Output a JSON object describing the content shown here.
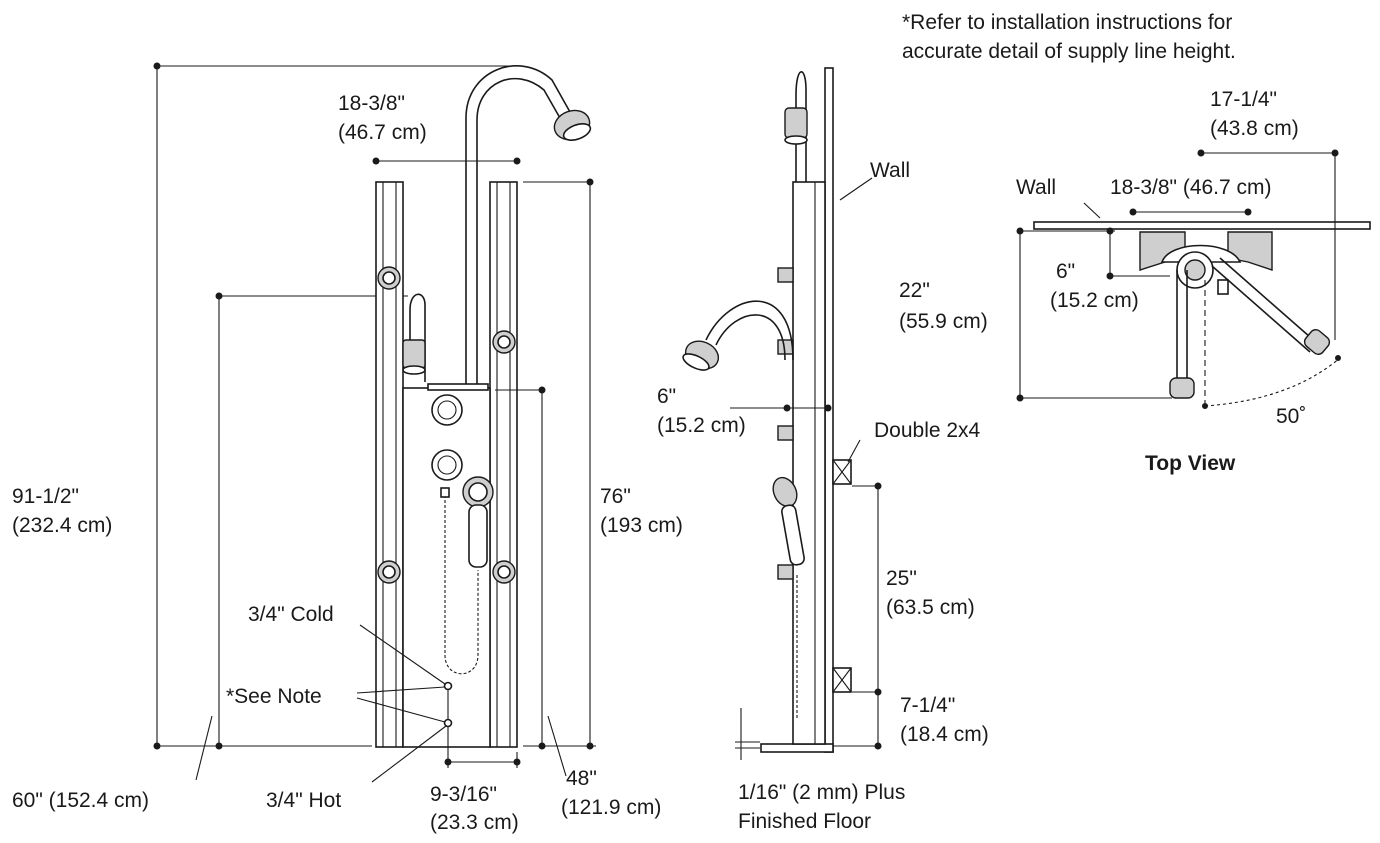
{
  "note": {
    "line1": "*Refer to installation instructions for",
    "line2": "accurate detail of supply line height."
  },
  "front_view": {
    "overall_height": {
      "imperial": "91-1/2\"",
      "metric": "(232.4 cm)"
    },
    "arm_width": {
      "imperial": "18-3/8\"",
      "metric": "(46.7 cm)"
    },
    "panel_height": {
      "imperial": "76\"",
      "metric": "(193 cm)"
    },
    "faucet_height": {
      "imperial": "60\" (152.4 cm)"
    },
    "inner_height": {
      "imperial": "48\"",
      "metric": "(121.9 cm)"
    },
    "inlet_spacing": {
      "imperial": "9-3/16\"",
      "metric": "(23.3 cm)"
    },
    "cold_label": "3/4\" Cold",
    "hot_label": "3/4\" Hot",
    "see_note": "*See Note"
  },
  "side_view": {
    "wall_label": "Wall",
    "offset": {
      "imperial": "6\"",
      "metric": "(15.2 cm)"
    },
    "blocking_label": "Double 2x4",
    "blocking_spacing": {
      "imperial": "25\"",
      "metric": "(63.5 cm)"
    },
    "lower_blocking": {
      "imperial": "7-1/4\"",
      "metric": "(18.4 cm)"
    },
    "floor_note": {
      "line1": "1/16\" (2 mm) Plus",
      "line2": "Finished Floor"
    }
  },
  "top_view": {
    "title": "Top View",
    "wall_label": "Wall",
    "arm_reach": {
      "imperial": "17-1/4\"",
      "metric": "(43.8 cm)"
    },
    "mount_width": {
      "text": "18-3/8\" (46.7 cm)"
    },
    "depth": {
      "imperial": "22\"",
      "metric": "(55.9 cm)"
    },
    "offset": {
      "imperial": "6\"",
      "metric": "(15.2 cm)"
    },
    "angle": "50˚"
  }
}
